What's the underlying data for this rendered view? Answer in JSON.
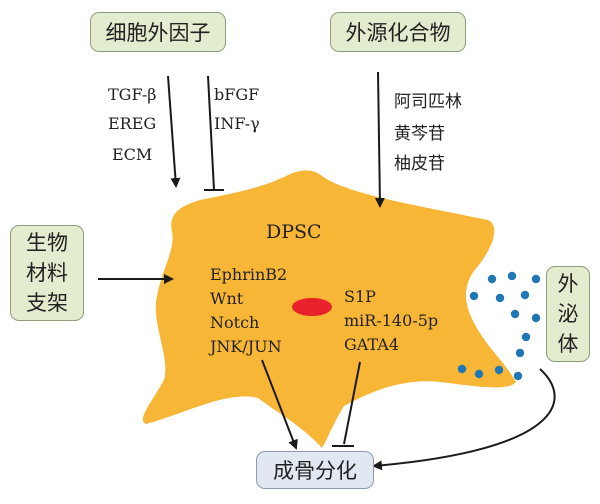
{
  "nodes": {
    "extracellular_factors": "细胞外因子",
    "exogenous_compounds": "外源化合物",
    "biomaterial_scaffold": [
      "生物",
      "材料",
      "支架"
    ],
    "exosome": [
      "外",
      "泌",
      "体"
    ],
    "osteogenic_differentiation": "成骨分化",
    "cell_label": "DPSC"
  },
  "promoting_factors": [
    "TGF-β",
    "EREG",
    "ECM"
  ],
  "inhibiting_factors": [
    "bFGF",
    "INF-γ"
  ],
  "compounds": [
    "阿司匹林",
    "黄芩苷",
    "柚皮苷"
  ],
  "promoting_pathways": [
    "EphrinB2",
    "Wnt",
    "Notch",
    "JNK/JUN"
  ],
  "inhibiting_pathways": [
    "S1P",
    "miR-140-5p",
    "GATA4"
  ],
  "colors": {
    "cell": "#f8b637",
    "nucleus": "#e8232b",
    "exosome_dots": "#1f78b4",
    "box_green": "#e3eccf",
    "box_blue": "#e1e8f2"
  }
}
